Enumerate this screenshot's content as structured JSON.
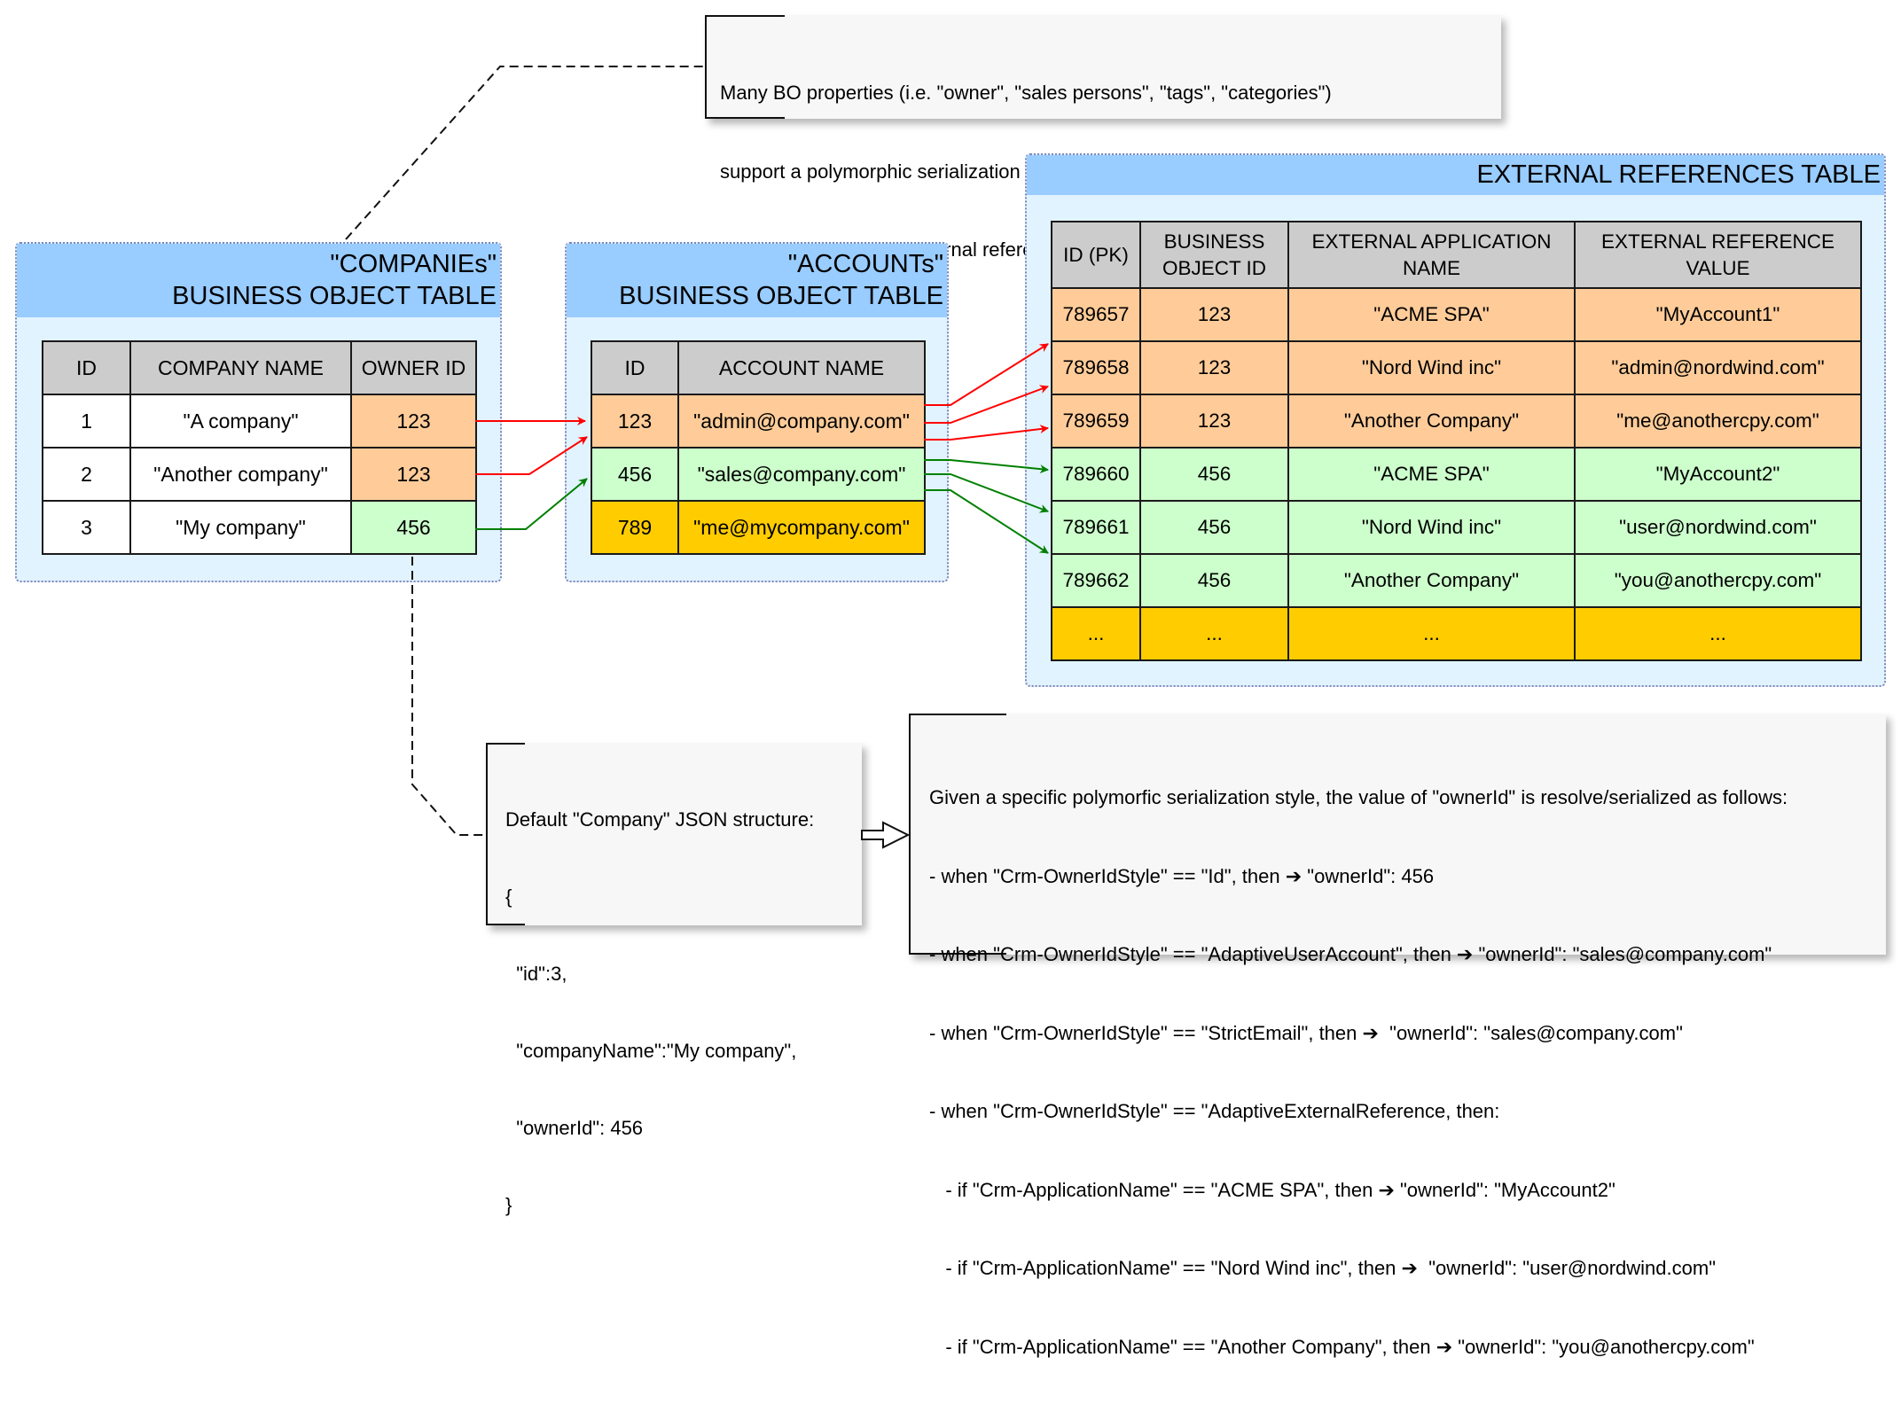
{
  "top_note": {
    "lines": [
      "Many BO properties (i.e. \"owner\", \"sales persons\", \"tags\", \"categories\")",
      "support a polymorphic serialization style (i.e. \"AdaptiveExternalReference\")",
      "allowing to exchange external reference values instead of the native CRM values."
    ]
  },
  "companies": {
    "title_line1": "\"COMPANIEs\"",
    "title_line2": "BUSINESS OBJECT TABLE",
    "columns": [
      "ID",
      "COMPANY NAME",
      "OWNER ID"
    ],
    "rows": [
      {
        "id": "1",
        "name": "\"A company\"",
        "owner_id": "123",
        "owner_color": "orange"
      },
      {
        "id": "2",
        "name": "\"Another company\"",
        "owner_id": "123",
        "owner_color": "orange"
      },
      {
        "id": "3",
        "name": "\"My company\"",
        "owner_id": "456",
        "owner_color": "green"
      }
    ]
  },
  "accounts": {
    "title_line1": "\"ACCOUNTs\"",
    "title_line2": "BUSINESS OBJECT TABLE",
    "columns": [
      "ID",
      "ACCOUNT NAME"
    ],
    "rows": [
      {
        "id": "123",
        "name": "\"admin@company.com\"",
        "color": "orange"
      },
      {
        "id": "456",
        "name": "\"sales@company.com\"",
        "color": "green"
      },
      {
        "id": "789",
        "name": "\"me@mycompany.com\"",
        "color": "gold"
      }
    ]
  },
  "external_references": {
    "title": "EXTERNAL REFERENCES TABLE",
    "columns": [
      "ID (PK)",
      "BUSINESS OBJECT ID",
      "EXTERNAL APPLICATION NAME",
      "EXTERNAL REFERENCE VALUE"
    ],
    "column_lines": [
      [
        "ID (PK)"
      ],
      [
        "BUSINESS",
        "OBJECT ID"
      ],
      [
        "EXTERNAL APPLICATION",
        "NAME"
      ],
      [
        "EXTERNAL REFERENCE",
        "VALUE"
      ]
    ],
    "rows": [
      {
        "id": "789657",
        "bo_id": "123",
        "app": "\"ACME SPA\"",
        "value": "\"MyAccount1\"",
        "color": "orange"
      },
      {
        "id": "789658",
        "bo_id": "123",
        "app": "\"Nord Wind inc\"",
        "value": "\"admin@nordwind.com\"",
        "color": "orange"
      },
      {
        "id": "789659",
        "bo_id": "123",
        "app": "\"Another Company\"",
        "value": "\"me@anothercpy.com\"",
        "color": "orange"
      },
      {
        "id": "789660",
        "bo_id": "456",
        "app": "\"ACME SPA\"",
        "value": "\"MyAccount2\"",
        "color": "green"
      },
      {
        "id": "789661",
        "bo_id": "456",
        "app": "\"Nord Wind inc\"",
        "value": "\"user@nordwind.com\"",
        "color": "green"
      },
      {
        "id": "789662",
        "bo_id": "456",
        "app": "\"Another Company\"",
        "value": "\"you@anothercpy.com\"",
        "color": "green"
      },
      {
        "id": "...",
        "bo_id": "...",
        "app": "...",
        "value": "...",
        "color": "gold"
      }
    ]
  },
  "json_note": {
    "lines": [
      "Default \"Company\" JSON structure:",
      "{",
      "  \"id\":3,",
      "  \"companyName\":\"My company\",",
      "  \"ownerId\": 456",
      "}"
    ]
  },
  "rules_note": {
    "lines": [
      "Given a specific polymorfic serialization style, the value of \"ownerId\" is resolve/serialized as follows:",
      "- when \"Crm-OwnerIdStyle\" == \"Id\", then ➔ \"ownerId\": 456",
      "- when \"Crm-OwnerIdStyle\" == \"AdaptiveUserAccount\", then ➔ \"ownerId\": \"sales@company.com\"",
      "- when \"Crm-OwnerIdStyle\" == \"StrictEmail\", then ➔  \"ownerId\": \"sales@company.com\"",
      "- when \"Crm-OwnerIdStyle\" == \"AdaptiveExternalReference, then:",
      "   - if \"Crm-ApplicationName\" == \"ACME SPA\", then ➔ \"ownerId\": \"MyAccount2\"",
      "   - if \"Crm-ApplicationName\" == \"Nord Wind inc\", then ➔  \"ownerId\": \"user@nordwind.com\"",
      "   - if \"Crm-ApplicationName\" == \"Another Company\", then ➔ \"ownerId\": \"you@anothercpy.com\""
    ]
  },
  "colors": {
    "header_band": "#99ccff",
    "box_fill": "#e1f3fe",
    "table_header": "#cccccc",
    "orange": "#ffcc99",
    "green": "#ccffcc",
    "gold": "#ffcc00",
    "arrow_red": "#ff0000",
    "arrow_green": "#008000"
  },
  "connectors": [
    {
      "from": "companies.row1.owner_id",
      "to": "accounts.row123",
      "color": "red"
    },
    {
      "from": "companies.row2.owner_id",
      "to": "accounts.row123",
      "color": "red"
    },
    {
      "from": "companies.row3.owner_id",
      "to": "accounts.row456",
      "color": "green"
    },
    {
      "from": "accounts.row123",
      "to": "external_references.789657",
      "color": "red"
    },
    {
      "from": "accounts.row123",
      "to": "external_references.789658",
      "color": "red"
    },
    {
      "from": "accounts.row123",
      "to": "external_references.789659",
      "color": "red"
    },
    {
      "from": "accounts.row456",
      "to": "external_references.789660",
      "color": "green"
    },
    {
      "from": "accounts.row456",
      "to": "external_references.789661",
      "color": "green"
    },
    {
      "from": "accounts.row456",
      "to": "external_references.789662",
      "color": "green"
    }
  ]
}
